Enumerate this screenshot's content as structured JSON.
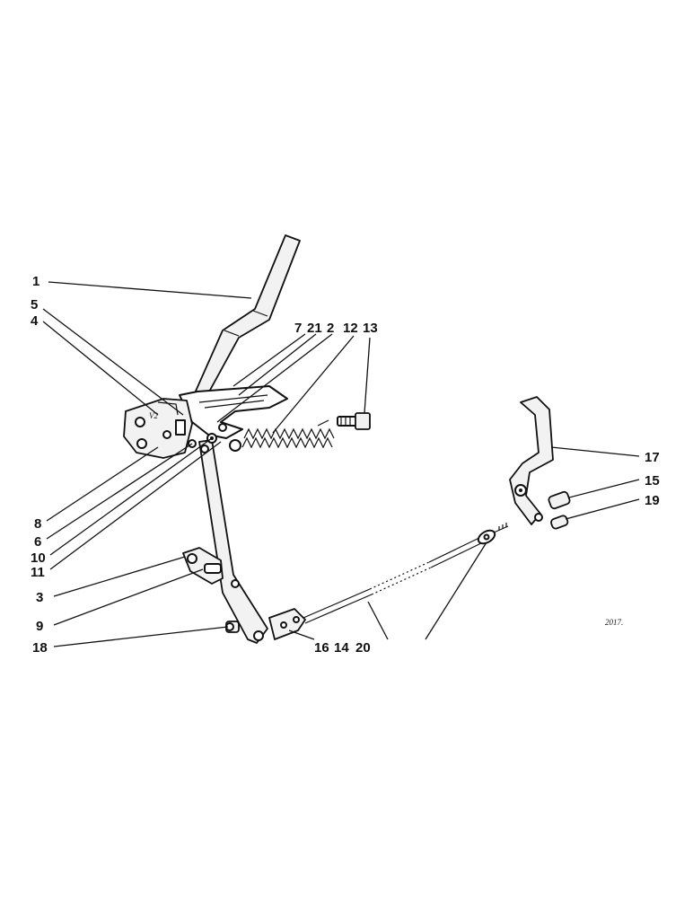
{
  "figure": {
    "reference_number": "2017."
  },
  "callouts": {
    "c1": "1",
    "c2": "2",
    "c3": "3",
    "c4": "4",
    "c5": "5",
    "c6": "6",
    "c7": "7",
    "c8": "8",
    "c9": "9",
    "c10": "10",
    "c11": "11",
    "c12": "12",
    "c13": "13",
    "c14": "14",
    "c15": "15",
    "c16": "16",
    "c17": "17",
    "c18": "18",
    "c19": "19",
    "c20": "20",
    "c21": "21"
  }
}
